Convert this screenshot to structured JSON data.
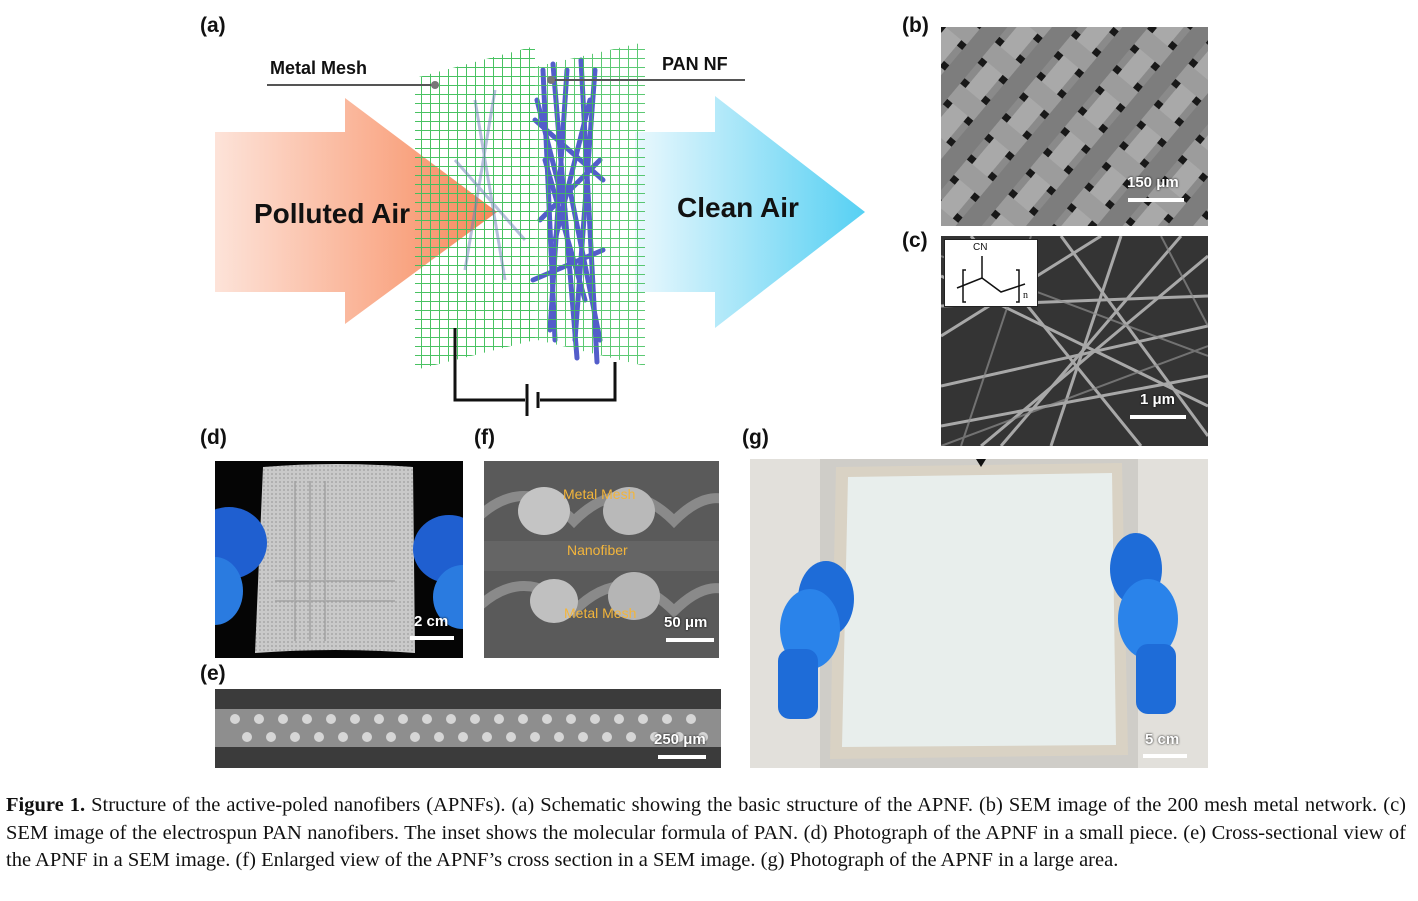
{
  "panel_a": {
    "label": "(a)",
    "metal_mesh_label": "Metal Mesh",
    "pan_nf_label": "PAN NF",
    "polluted_air_label": "Polluted Air",
    "clean_air_label": "Clean Air",
    "colors": {
      "polluted_arrow": "#f7926a",
      "clean_arrow": "#5fd3f5",
      "mesh": "#3fbf5a",
      "nanofiber": "#4a55c8"
    }
  },
  "panel_b": {
    "label": "(b)",
    "scale_bar": "150 μm"
  },
  "panel_c": {
    "label": "(c)",
    "scale_bar": "1 μm",
    "inset_group": "CN",
    "inset_subscript": "n"
  },
  "panel_d": {
    "label": "(d)",
    "scale_bar": "2 cm"
  },
  "panel_e": {
    "label": "(e)",
    "scale_bar": "250 μm"
  },
  "panel_f": {
    "label": "(f)",
    "scale_bar": "50 μm",
    "annotation_top": "Metal Mesh",
    "annotation_mid": "Nanofiber",
    "annotation_bottom": "Metal Mesh"
  },
  "panel_g": {
    "label": "(g)",
    "scale_bar": "5 cm"
  },
  "caption": {
    "figure_label": "Figure 1.",
    "text": " Structure of the active-poled nanofibers (APNFs). (a) Schematic showing the basic structure of the APNF. (b) SEM image of the 200 mesh metal network. (c) SEM image of the electrospun PAN nanofibers. The inset shows the molecular formula of PAN. (d) Photograph of the APNF in a small piece. (e) Cross-sectional view of the APNF in a SEM image. (f) Enlarged view of the APNF’s cross section in a SEM image. (g) Photograph of the APNF in a large area."
  }
}
